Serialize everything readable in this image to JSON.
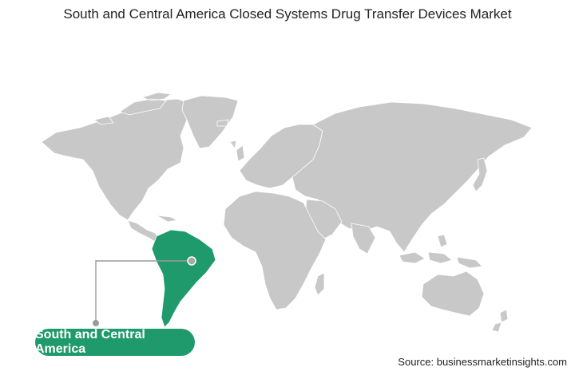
{
  "title": "South and Central America Closed Systems Drug Transfer Devices Market",
  "region_label": "South and Central America",
  "source": "Source: businessmarketinsights.com",
  "colors": {
    "land": "#c8c8c8",
    "highlight": "#1f9a6c",
    "pill": "#1f9a6c",
    "connector": "#9a9a9a",
    "marker": "#a8a8a8"
  }
}
